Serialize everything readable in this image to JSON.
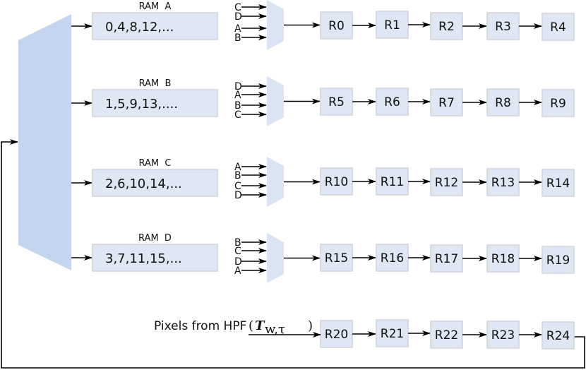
{
  "diagram": {
    "colors": {
      "demux_fill": "#c4d5ef",
      "mux_fill": "#dbe4f3",
      "box_fill": "#dfe7f5",
      "box_stroke": "#cfd4dc",
      "wire": "#000000"
    },
    "rams": [
      {
        "label": "RAM  A",
        "content": "0,4,8,12,..."
      },
      {
        "label": "RAM  B",
        "content": "1,5,9,13,...."
      },
      {
        "label": "RAM  C",
        "content": "2,6,10,14,..."
      },
      {
        "label": "RAM  D",
        "content": "3,7,11,15,..."
      }
    ],
    "muxes": [
      {
        "inputs": [
          "C",
          "D",
          "A",
          "B"
        ]
      },
      {
        "inputs": [
          "D",
          "A",
          "B",
          "C"
        ]
      },
      {
        "inputs": [
          "A",
          "B",
          "C",
          "D"
        ]
      },
      {
        "inputs": [
          "B",
          "C",
          "D",
          "A"
        ]
      }
    ],
    "register_rows": [
      [
        "R0",
        "R1",
        "R2",
        "R3",
        "R4"
      ],
      [
        "R5",
        "R6",
        "R7",
        "R8",
        "R9"
      ],
      [
        "R10",
        "R11",
        "R12",
        "R13",
        "R14"
      ],
      [
        "R15",
        "R16",
        "R17",
        "R18",
        "R19"
      ],
      [
        "R20",
        "R21",
        "R22",
        "R23",
        "R24"
      ]
    ],
    "input_source": {
      "text": "Pixels from HPF",
      "math_open": "(",
      "math_symbol": "T",
      "math_subscript": "w,τ",
      "math_close": ")"
    }
  }
}
